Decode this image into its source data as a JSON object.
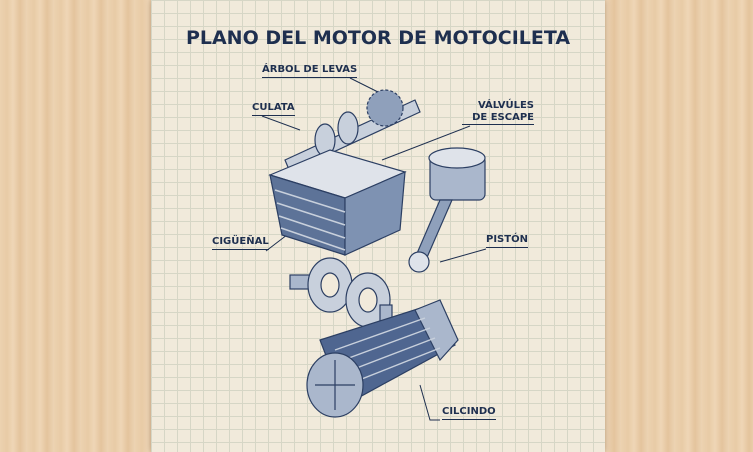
{
  "title": "PLANO DEL MOTOR DE MOTOCILETA",
  "labels": {
    "camshaft": "ÁRBOL DE LEVAS",
    "cylinder_head": "CULATA",
    "exhaust_valves_1": "VÁLVÚLES",
    "exhaust_valves_2": "DE ESCAPE",
    "crankshaft": "CIGÜEÑAL",
    "piston": "PISTÓN",
    "cylinder": "CILCINDO"
  },
  "colors": {
    "ink": "#1e2f4f",
    "paper": "#f1eadb",
    "part": "#6f84a6"
  }
}
